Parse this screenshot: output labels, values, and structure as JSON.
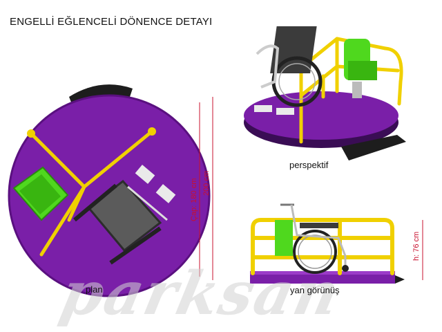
{
  "title": "ENGELLİ EĞLENCELİ DÖNENCE DETAYI",
  "views": {
    "plan": "plan",
    "perspective": "perspektif",
    "side": "yan görünüş"
  },
  "dimensions": {
    "diameter": "Çap: 180 cm",
    "total_width": "200 cm",
    "height": "h: 76 cm"
  },
  "watermark": "parksan",
  "colors": {
    "platform": "#7a1fa8",
    "rail": "#f0d000",
    "seat": "#4fd81e",
    "wheelchair": "#555555",
    "dimension_line": "#c8102e"
  }
}
